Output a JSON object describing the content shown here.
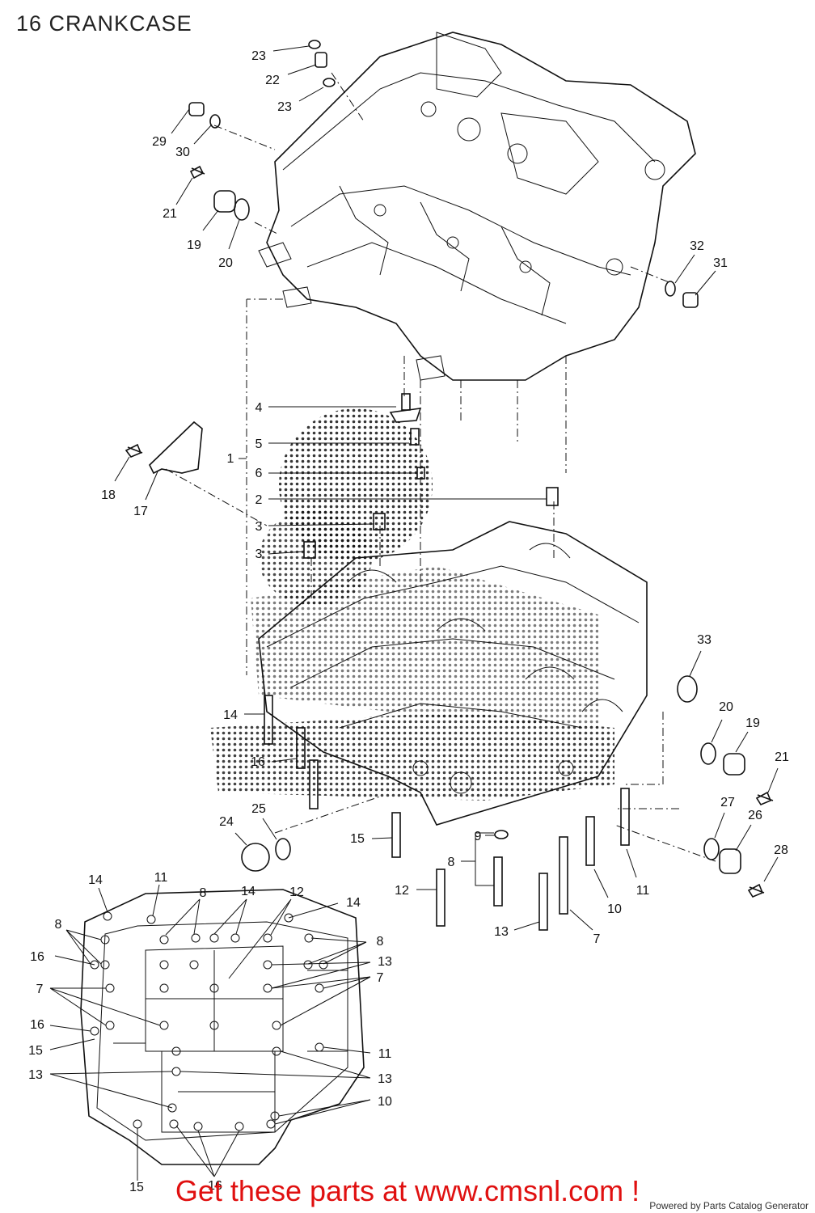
{
  "header": {
    "title": "16 CRANKCASE"
  },
  "callouts": {
    "c23a": "23",
    "c22": "22",
    "c23b": "23",
    "c29": "29",
    "c30": "30",
    "c21a": "21",
    "c19a": "19",
    "c20a": "20",
    "c32": "32",
    "c31": "31",
    "c4": "4",
    "c5": "5",
    "c1": "1",
    "c6": "6",
    "c2": "2",
    "c3a": "3",
    "c3b": "3",
    "c18": "18",
    "c17": "17",
    "c33": "33",
    "c14a": "14",
    "c16a": "16",
    "c20b": "20",
    "c19b": "19",
    "c21b": "21",
    "c27": "27",
    "c26": "26",
    "c28": "28",
    "c24": "24",
    "c25": "25",
    "c15a": "15",
    "c9": "9",
    "c8a": "8",
    "c12a": "12",
    "c10a": "10",
    "c11a": "11",
    "c13a": "13",
    "c7a": "7",
    "b14a": "14",
    "b11a": "11",
    "b8a": "8",
    "b14b": "14",
    "b12": "12",
    "b14c": "14",
    "b8b": "8",
    "b8c": "8",
    "b16a": "16",
    "b13a": "13",
    "b7a": "7",
    "b7b": "7",
    "b16b": "16",
    "b11b": "11",
    "b15a": "15",
    "b13b": "13",
    "b13c": "13",
    "b10": "10",
    "b15b": "15",
    "b16c": "16"
  },
  "footer": {
    "banner": "Get these parts at www.cmsnl.com !",
    "credit": "Powered by Parts Catalog Generator"
  }
}
